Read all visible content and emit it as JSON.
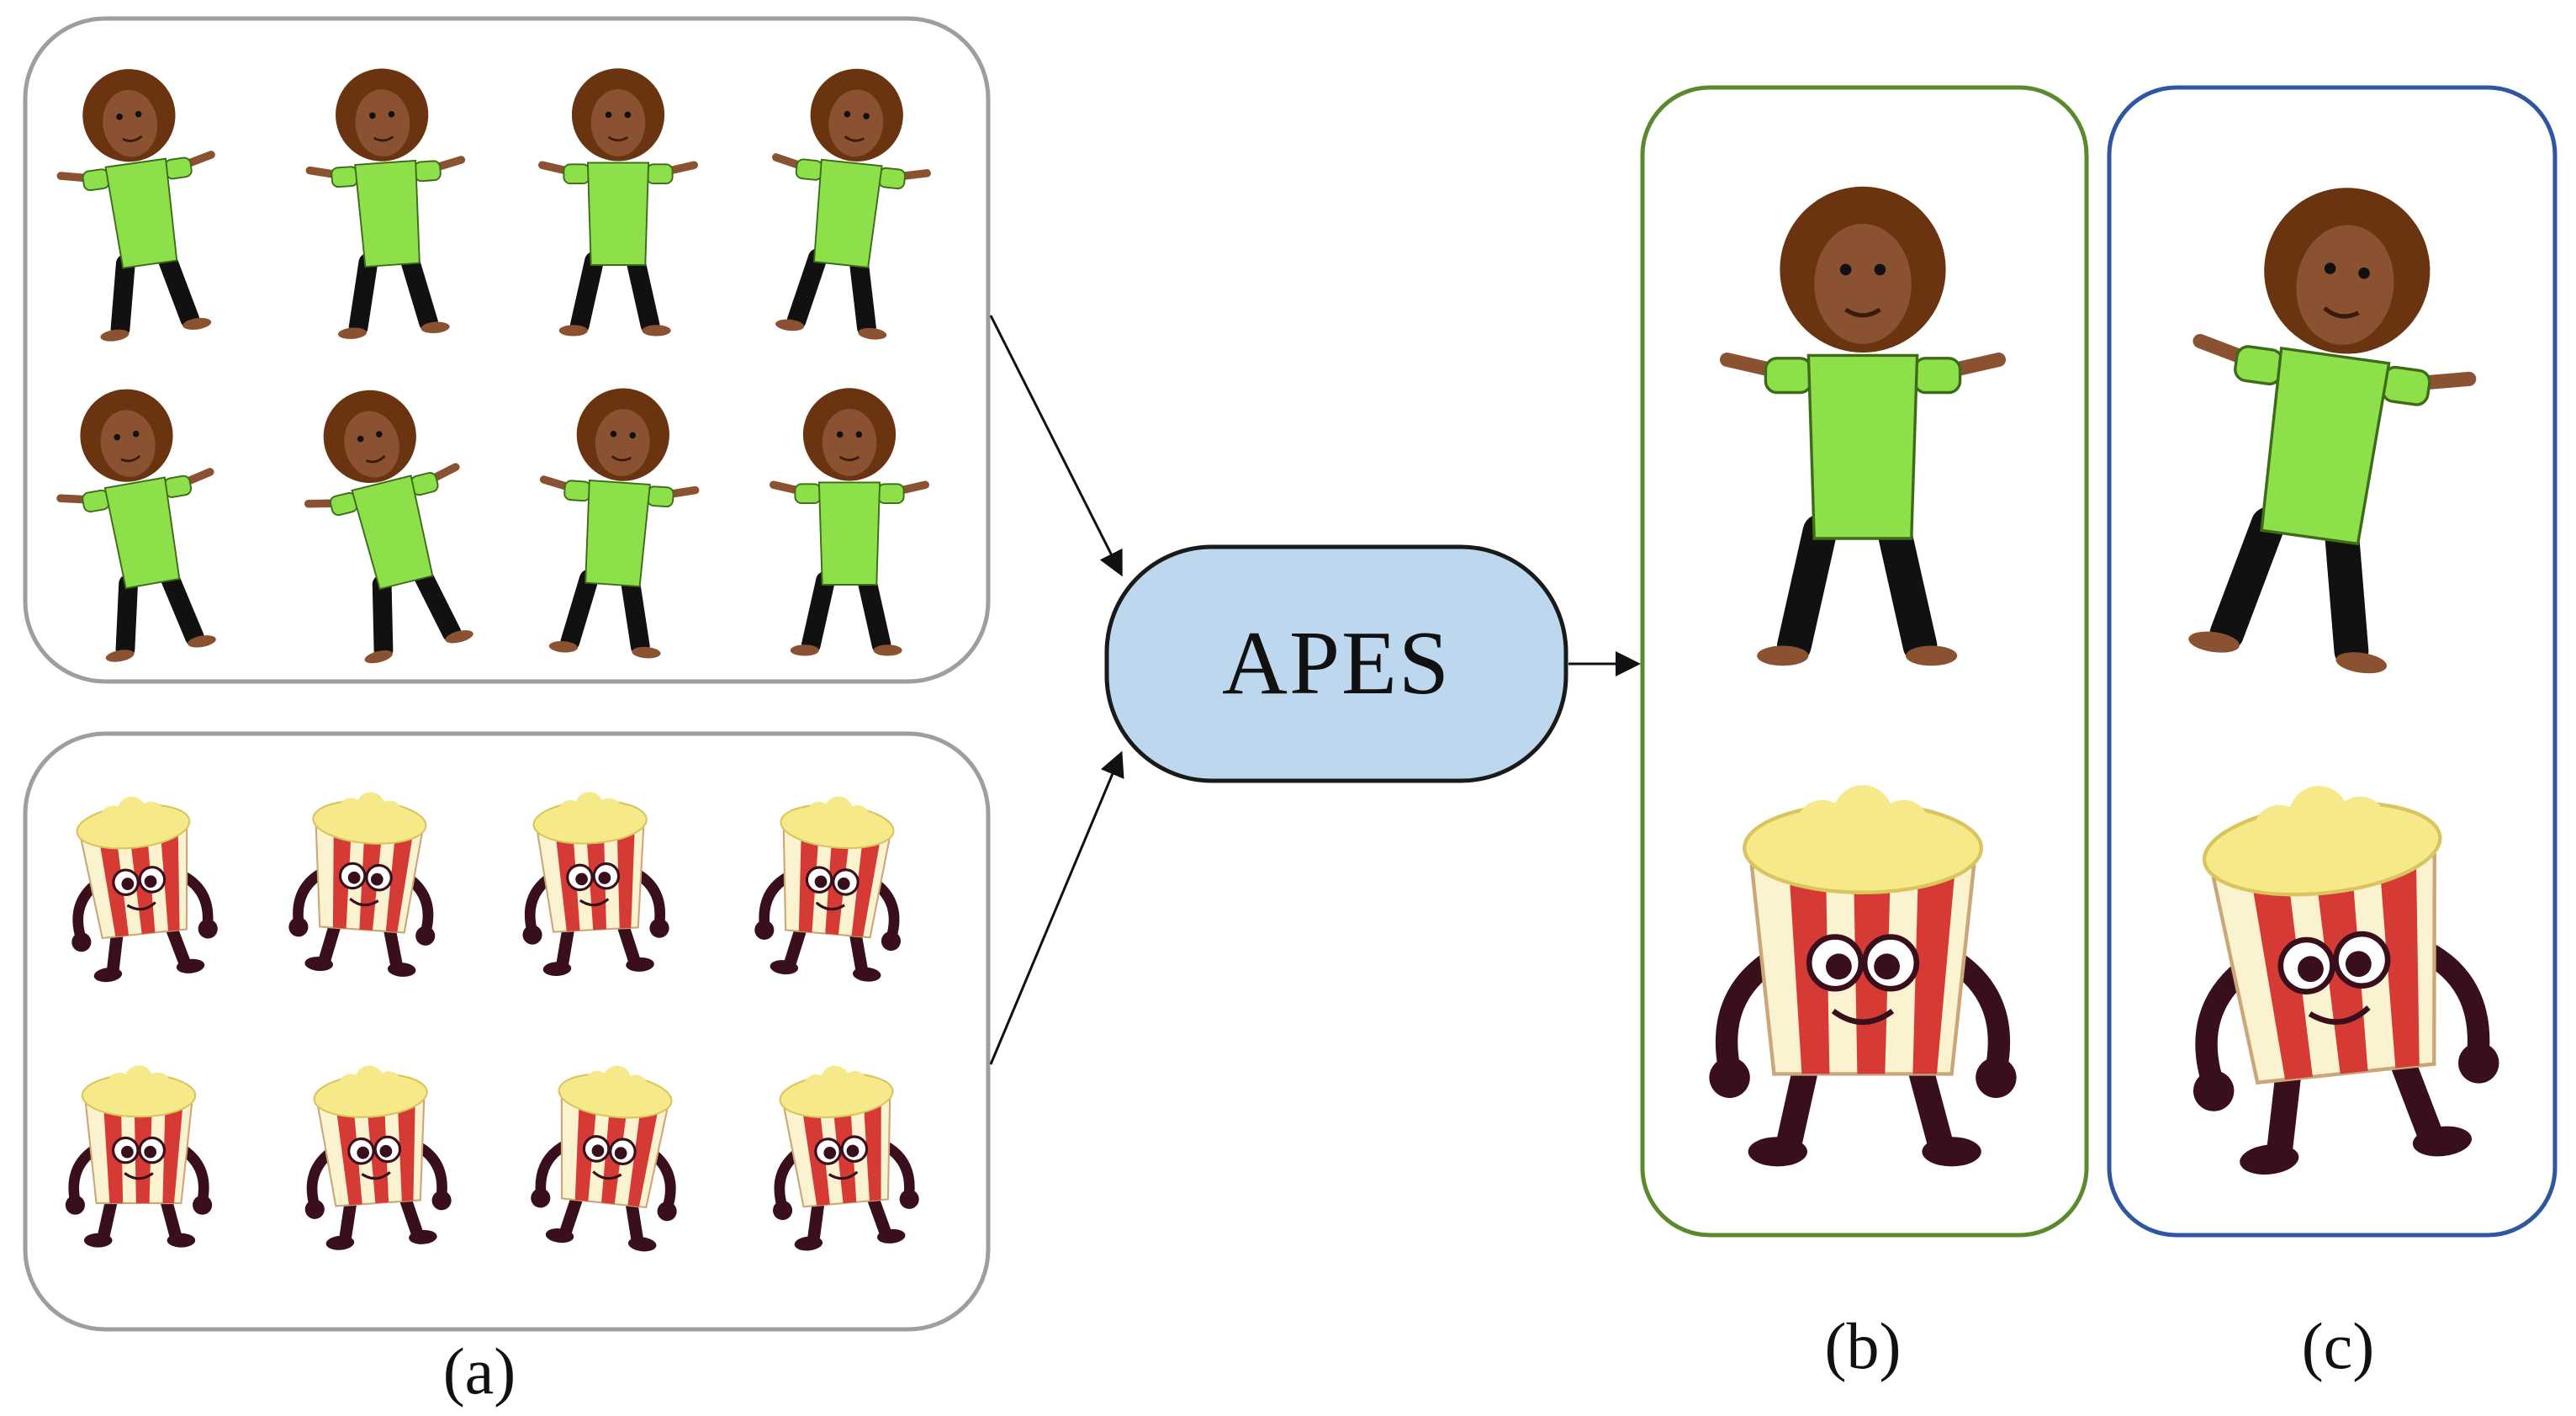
{
  "figure": {
    "model_label": "APES",
    "captions": {
      "a": "(a)",
      "b": "(b)",
      "c": "(c)"
    },
    "colors": {
      "panel_a_border": "#9e9e9e",
      "panel_b_border": "#5b8a2e",
      "panel_c_border": "#2f56a0",
      "model_fill": "#bdd7ee",
      "model_border": "#1a1a1a",
      "skin": "#8a5230",
      "hair": "#6b3410",
      "shirt": "#8ee04a",
      "pants": "#111111",
      "popcorn_red": "#d63a35",
      "popcorn_cream": "#fbf3cf",
      "popcorn_top": "#f6e98a",
      "limb": "#3a0f1c"
    },
    "icons": {
      "person": "cartoon-person-icon",
      "popcorn": "popcorn-character-icon",
      "arrow": "arrow-icon"
    }
  }
}
